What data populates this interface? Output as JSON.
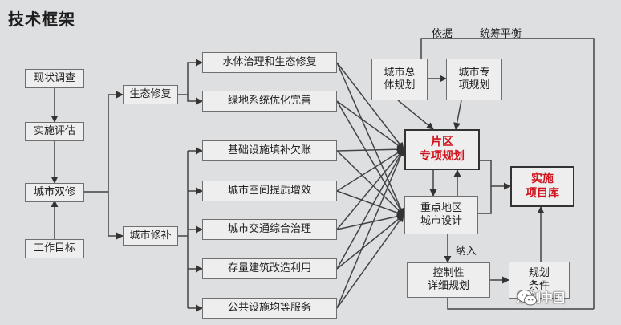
{
  "title": "技术框架",
  "boxes": {
    "status_survey": "现状调查",
    "evaluation": "实施评估",
    "city_repair": "城市双修",
    "work_goal": "工作目标",
    "eco_repair": "生态修复",
    "city_patch": "城市修补",
    "water": "水体治理和生态修复",
    "green": "绿地系统优化完善",
    "infra": "基础设施填补欠账",
    "space": "城市空间提质增效",
    "traffic": "城市交通综合治理",
    "building": "存量建筑改造利用",
    "public": "公共设施均等服务",
    "master_plan": "城市总\n体规划",
    "special_plan": "城市专\n项规划",
    "district_plan": "片区\n专项规划",
    "key_area": "重点地区\n城市设计",
    "regulatory": "控制性\n详细规划",
    "plan_conditions": "规划\n条件",
    "project_lib": "实施\n项目库"
  },
  "notes": {
    "basis": "依据",
    "balance": "统筹平衡",
    "include": "纳入"
  },
  "watermark": {
    "text": "规划中国",
    "icon": "wechat-icon"
  }
}
